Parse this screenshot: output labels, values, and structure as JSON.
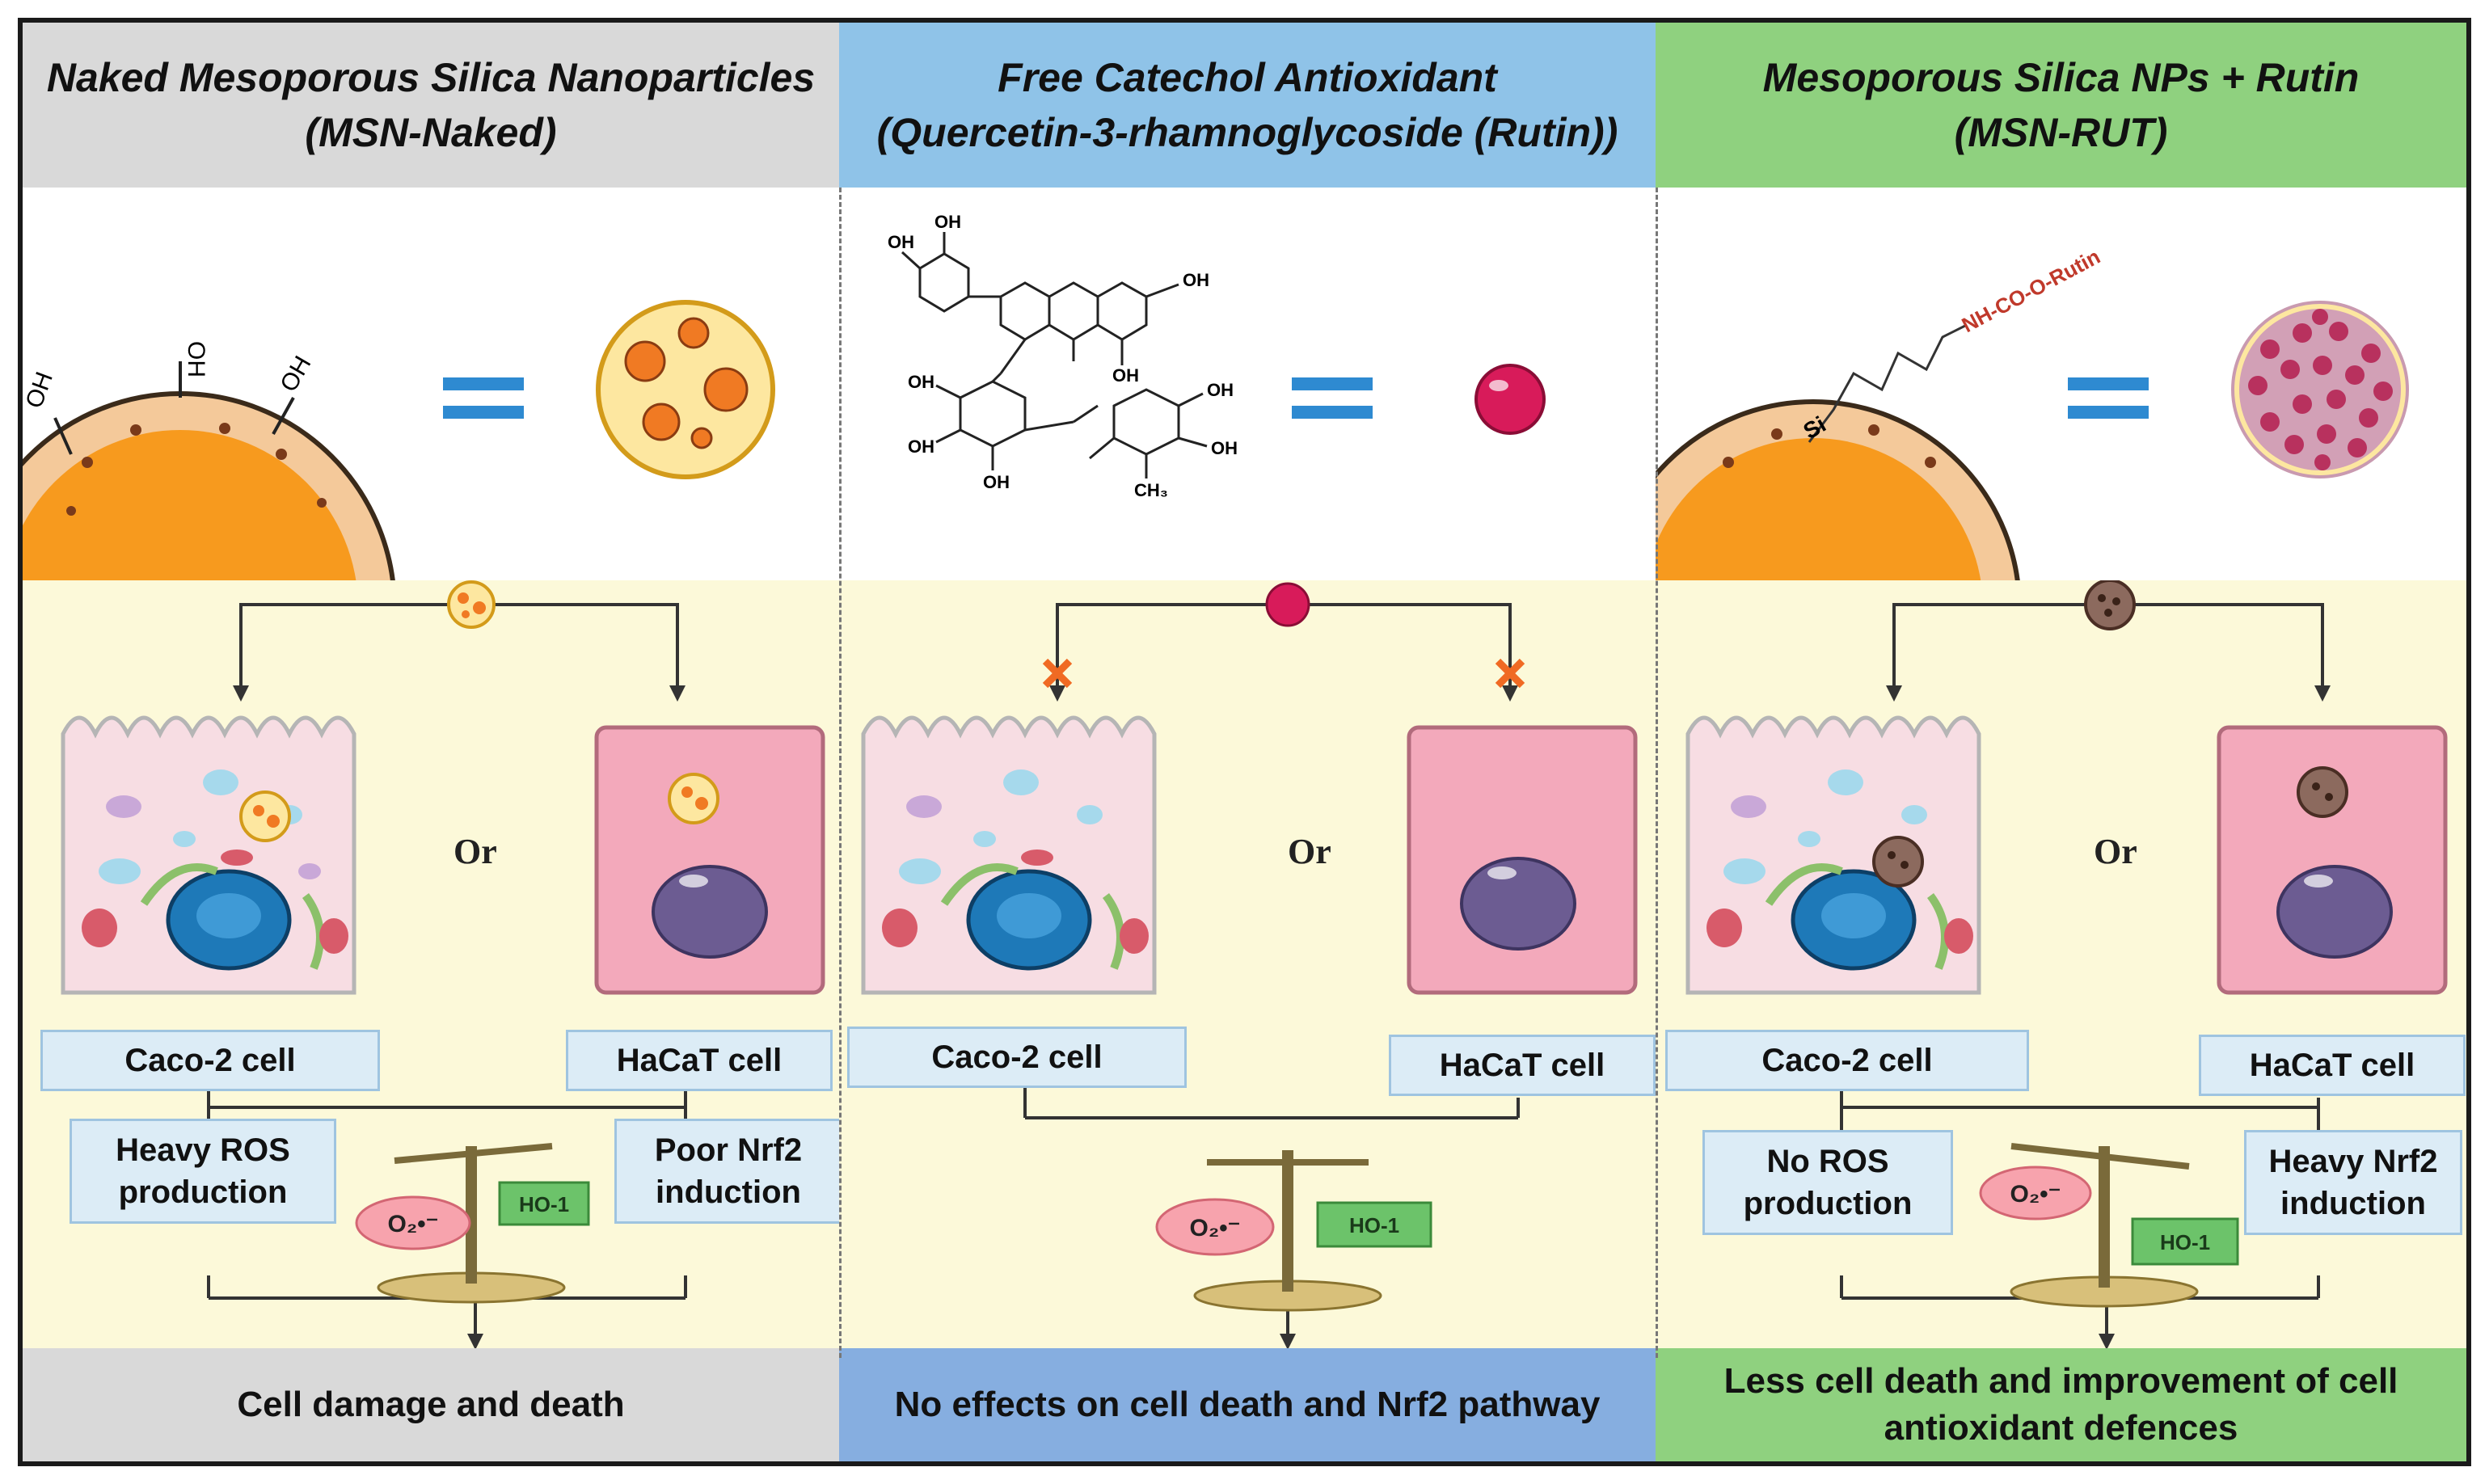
{
  "panels": [
    {
      "title_line1": "Naked Mesoporous Silica Nanoparticles",
      "title_line2": "(MSN-Naked)",
      "header_color": "#d9d9d9",
      "cell_left_label": "Caco-2 cell",
      "or_label": "Or",
      "cell_right_label": "HaCaT cell",
      "outcome_left_line1": "Heavy ROS",
      "outcome_left_line2": "production",
      "outcome_right_line1": "Poor Nrf2",
      "outcome_right_line2": "induction",
      "scale_left_label": "O₂•⁻",
      "scale_right_label": "HO-1",
      "result_line1": "Cell damage and death",
      "result_line2": "",
      "result_color": "#d9d9d9"
    },
    {
      "title_line1": "Free Catechol Antioxidant",
      "title_line2": "(Quercetin-3-rhamnoglycoside (Rutin))",
      "header_color": "#8fc3e8",
      "cell_left_label": "Caco-2 cell",
      "or_label": "Or",
      "cell_right_label": "HaCaT cell",
      "scale_left_label": "O₂•⁻",
      "scale_right_label": "HO-1",
      "result_line1": "No effects on cell death and Nrf2 pathway",
      "result_line2": "",
      "result_color": "#86aee0"
    },
    {
      "title_line1": "Mesoporous Silica NPs + Rutin",
      "title_line2": "(MSN-RUT)",
      "header_color": "#8fd17f",
      "cell_left_label": "Caco-2 cell",
      "or_label": "Or",
      "cell_right_label": "HaCaT cell",
      "outcome_left_line1": "No ROS",
      "outcome_left_line2": "production",
      "outcome_right_line1": "Heavy Nrf2",
      "outcome_right_line2": "induction",
      "scale_left_label": "O₂•⁻",
      "scale_right_label": "HO-1",
      "result_line1": "Less cell death and improvement of cell",
      "result_line2": "antioxidant defences",
      "result_color": "#8fd17f"
    }
  ],
  "structure_labels": {
    "oh": "OH",
    "si": "Si",
    "linker": "NH-CO-O-Rutin",
    "methyl": "CH₃"
  }
}
